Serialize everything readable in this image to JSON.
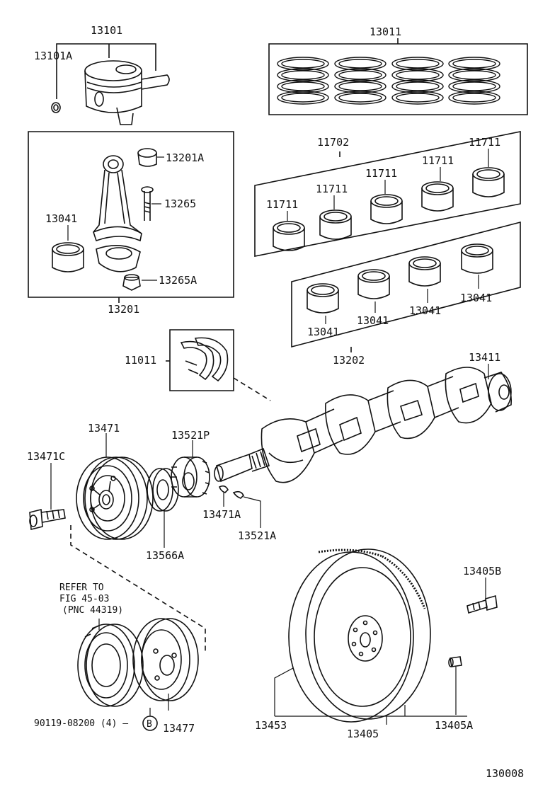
{
  "labels": {
    "l13101": "13101",
    "l13101A": "13101A",
    "l13011": "13011",
    "l13201A": "13201A",
    "l13265": "13265",
    "l13041a": "13041",
    "l13265A": "13265A",
    "l13201": "13201",
    "l11702": "11702",
    "l11711a": "11711",
    "l11711b": "11711",
    "l11711c": "11711",
    "l11711d": "11711",
    "l11711e": "11711",
    "l13041b": "13041",
    "l13041c": "13041",
    "l13041d": "13041",
    "l13041e": "13041",
    "l13202": "13202",
    "l11011": "11011",
    "l13411": "13411",
    "l13471": "13471",
    "l13521P": "13521P",
    "l13471C": "13471C",
    "l13471A": "13471A",
    "l13521A": "13521A",
    "l13566A": "13566A",
    "l13405B": "13405B",
    "l13453": "13453",
    "l13405A": "13405A",
    "l13405": "13405",
    "l13477": "13477",
    "l90119": "90119-08200 (4) —",
    "circleB": "B",
    "refer1": "REFER TO",
    "refer2": "FIG 45-03",
    "refer3": "(PNC 44319)",
    "figno": "130008"
  }
}
